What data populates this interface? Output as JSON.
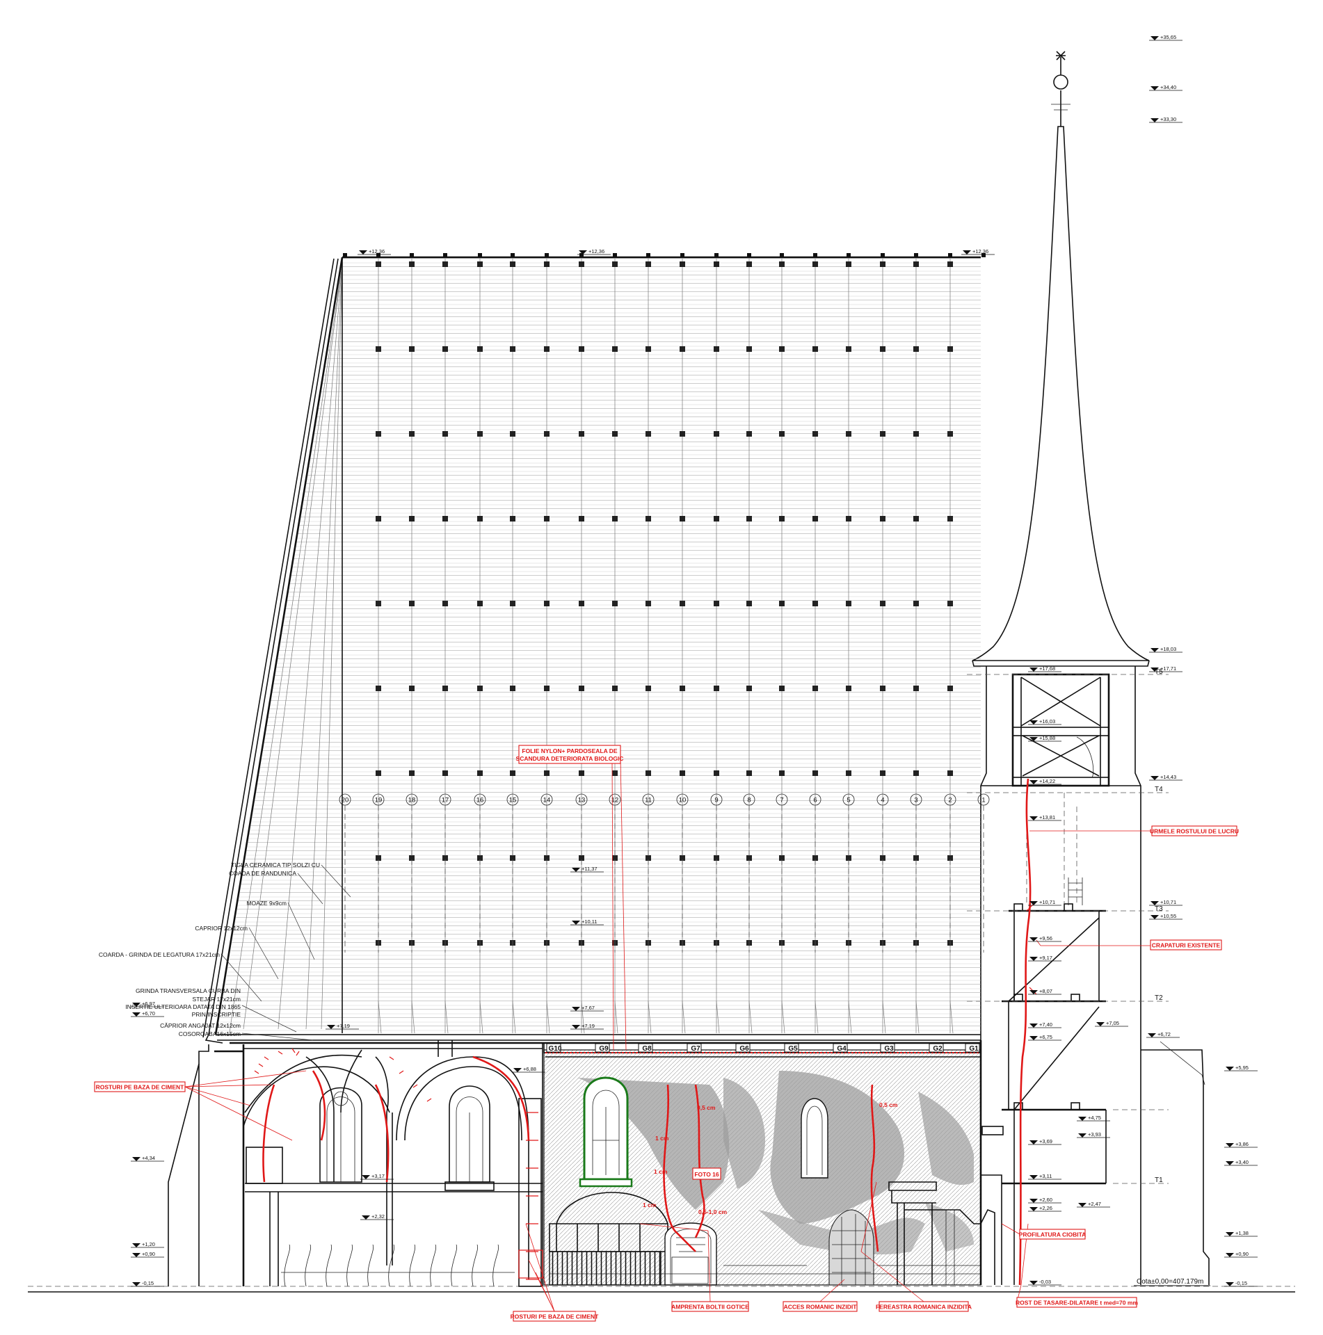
{
  "axes": [
    "20",
    "19",
    "18",
    "17",
    "16",
    "15",
    "14",
    "13",
    "12",
    "11",
    "10",
    "9",
    "8",
    "7",
    "6",
    "5",
    "4",
    "3",
    "2",
    "1"
  ],
  "girders": [
    "G10",
    "G9",
    "G8",
    "G7",
    "G6",
    "G5",
    "G4",
    "G3",
    "G2",
    "G1"
  ],
  "tower_levels": [
    "T5",
    "T4",
    "T3",
    "T2",
    "T1"
  ],
  "black_labels": [
    "TIGLA CERAMICA TIP SOLZI CU",
    "COADA DE RANDUNICA",
    "MOAZE 9x9cm",
    "CAPRIOR 12x12cm",
    "COARDA - GRINDA DE LEGATURA 17x21cm",
    "GRINDA TRANSVERSALA CURBA DIN",
    "STEJAR 17x21cm",
    "INSERTIE ULTERIOARA DATATA DIN 1865",
    "PRIN INSCRIPTIE",
    "CĂPRIOR ANGAJAT 12x12cm",
    "COSOROABA16x15cm"
  ],
  "red_labels": {
    "folie_1": "FOLIE NYLON+ PARDOSEALA DE",
    "folie_2": "SCANDURA DETERIORATA BIOLOGIC",
    "urme": "URMELE ROSTULUI DE LUCRU",
    "crapaturi": "CRAPATURI EXISTENTE",
    "rosturi_left": "ROSTURI PE BAZA DE CIMENT",
    "profilatura": "PROFILATURA CIOBITA",
    "rosturi_bottom": "ROSTURI PE BAZA DE CIMENT",
    "amprenta": "AMPRENTA BOLTII GOTICE",
    "acces": "ACCES ROMANIC INZIDIT",
    "fereastra": "FEREASTRA ROMANICA INZIDITA",
    "rost": "ROST DE TASARE-DILATARE t med=70 mm",
    "foto": "FOTO 16"
  },
  "crack_widths": [
    "0,5 cm",
    "0,5 cm",
    "1 cm",
    "1 cm",
    "1 cm",
    "0,5-1,0 cm"
  ],
  "cota": "Cota±0,00=407.179m",
  "elevations": {
    "spire_top": "+35,65",
    "spire_ball": "+34,40",
    "spire_base": "+33,30",
    "eave_top": "+18,03",
    "eave": "+17,71",
    "belfry_top": "+17,68",
    "belfry_mid": "+16,03",
    "belfry_low": "+15,88",
    "t4": "+14,43",
    "t4b": "+14,22",
    "t4c": "+13,81",
    "ridge_l": "+12,36",
    "ridge_m": "+12,36",
    "ridge_r": "+12,36",
    "roof_a": "+11,37",
    "roof_b": "+10,11",
    "t3a": "+10,71",
    "t3b": "+10,71",
    "t3c": "+10,55",
    "t3d": "+9,56",
    "t3e": "+9,17",
    "t2": "+8,07",
    "eave_wall_a": "+7,67",
    "eave_wall_b": "+7,19",
    "eave_wall_c": "+7,19",
    "left_a": "+6,97",
    "left_b": "+6,70",
    "nave_a": "+6,88",
    "tower_a": "+7,40",
    "tower_b": "+7,05",
    "tower_c": "+6,75",
    "tower_d": "+6,72",
    "right_a": "+5,95",
    "left_c": "+4,34",
    "tower_e": "+4,75",
    "tower_f": "+3,93",
    "tower_g": "+3,69",
    "right_b": "+3,86",
    "right_c": "+3,40",
    "tower_h": "+3,11",
    "tower_i": "+2,60",
    "tower_j": "+2,26",
    "tower_k": "+2,47",
    "nave_b": "+3,17",
    "nave_c": "+2,32",
    "left_d": "+1,20",
    "left_e": "+0,90",
    "right_d": "+1,38",
    "right_e": "+0,90",
    "left_f": "-0,15",
    "right_f": "-0,15",
    "tower_l": "-0,03"
  }
}
